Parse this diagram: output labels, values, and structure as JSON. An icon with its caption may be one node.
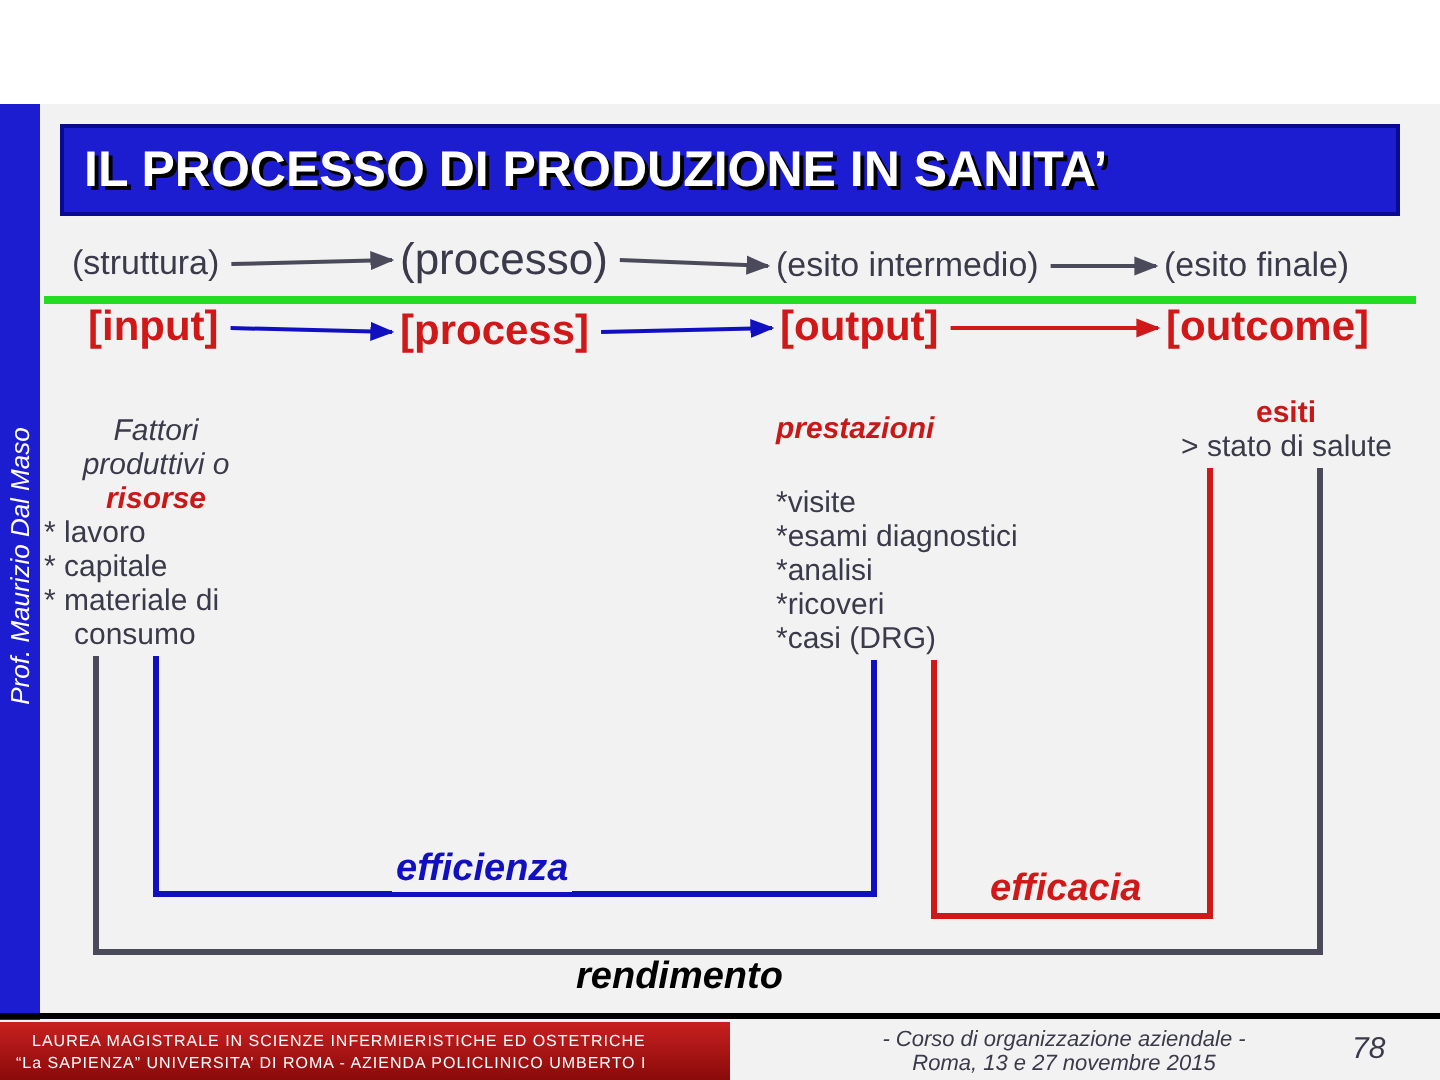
{
  "diagram": {
    "title": "IL PROCESSO DI PRODUZIONE IN SANITA’",
    "nodes": [
      {
        "text": [
          "(struttura)"
        ]
      },
      {
        "text": [
          "(processo)"
        ]
      },
      {
        "text": [
          "(esito intermedio)"
        ]
      },
      {
        "text": [
          "(esito finale)"
        ]
      },
      {
        "text": [
          "[input]"
        ]
      },
      {
        "text": [
          "[process]"
        ]
      },
      {
        "text": [
          "[output]"
        ]
      },
      {
        "text": [
          "[outcome]"
        ]
      },
      {
        "text": [
          "Fattori produttivi o **risorse**",
          "* lavoro",
          "* capitale",
          "* materiale di consumo"
        ]
      },
      {
        "text": [
          "prestazioni",
          "*visite",
          "*esami diagnostici",
          "*analisi",
          "*ricoveri",
          "*casi (DRG)"
        ]
      },
      {
        "text": [
          "esiti",
          "> stato di salute"
        ]
      }
    ],
    "edges": [
      {
        "from": 0,
        "to": 1,
        "arrow": "to"
      },
      {
        "from": 1,
        "to": 2,
        "arrow": "to"
      },
      {
        "from": 2,
        "to": 3,
        "arrow": "to"
      },
      {
        "from": 4,
        "to": 5,
        "arrow": "to",
        "color": "#1010c0"
      },
      {
        "from": 5,
        "to": 6,
        "arrow": "to",
        "color": "#1010c0"
      },
      {
        "from": 6,
        "to": 7,
        "arrow": "to",
        "color": "#d01818"
      },
      {
        "from": 8,
        "to": 9,
        "arrow": "none",
        "label": "efficienza",
        "color": "#1010c0"
      },
      {
        "from": 9,
        "to": 10,
        "arrow": "none",
        "label": "efficacia",
        "color": "#d01818"
      },
      {
        "from": 8,
        "to": 10,
        "arrow": "none",
        "label": "rendimento"
      }
    ],
    "labels": [
      "Prof. Maurizio Dal Maso",
      "LAUREA MAGISTRALE IN SCIENZE INFERMIERISTICHE ED OSTETRICHE",
      "“La SAPIENZA” UNIVERSITA’ DI ROMA - AZIENDA POLICLINICO UMBERTO I",
      "- Corso di organizzazione aziendale - Roma, 13 e 27 novembre 2015",
      "78"
    ]
  }
}
